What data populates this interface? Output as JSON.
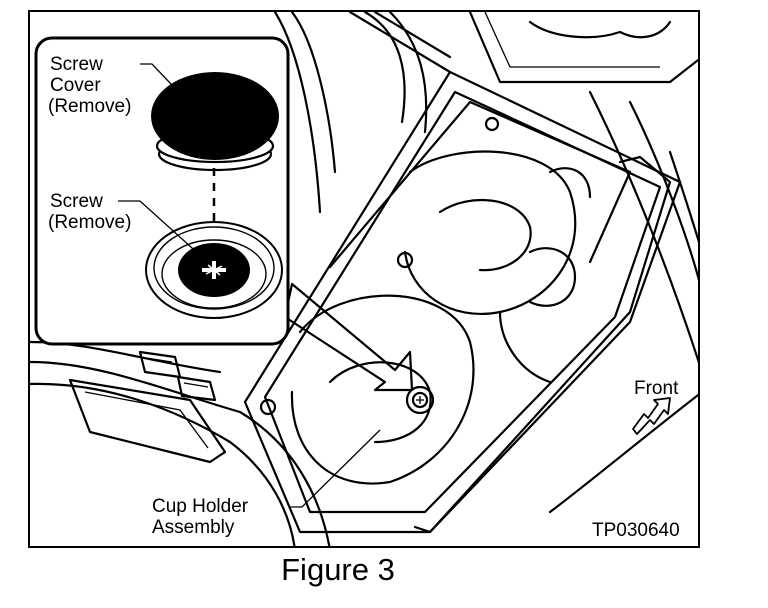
{
  "labels": {
    "screw_cover_1": "Screw",
    "screw_cover_2": "Cover",
    "screw_cover_3": "(Remove)",
    "screw_1": "Screw",
    "screw_2": "(Remove)",
    "cup_holder_1": "Cup Holder",
    "cup_holder_2": "Assembly",
    "front": "Front",
    "part_code": "TP030640"
  },
  "caption": "Figure 3"
}
